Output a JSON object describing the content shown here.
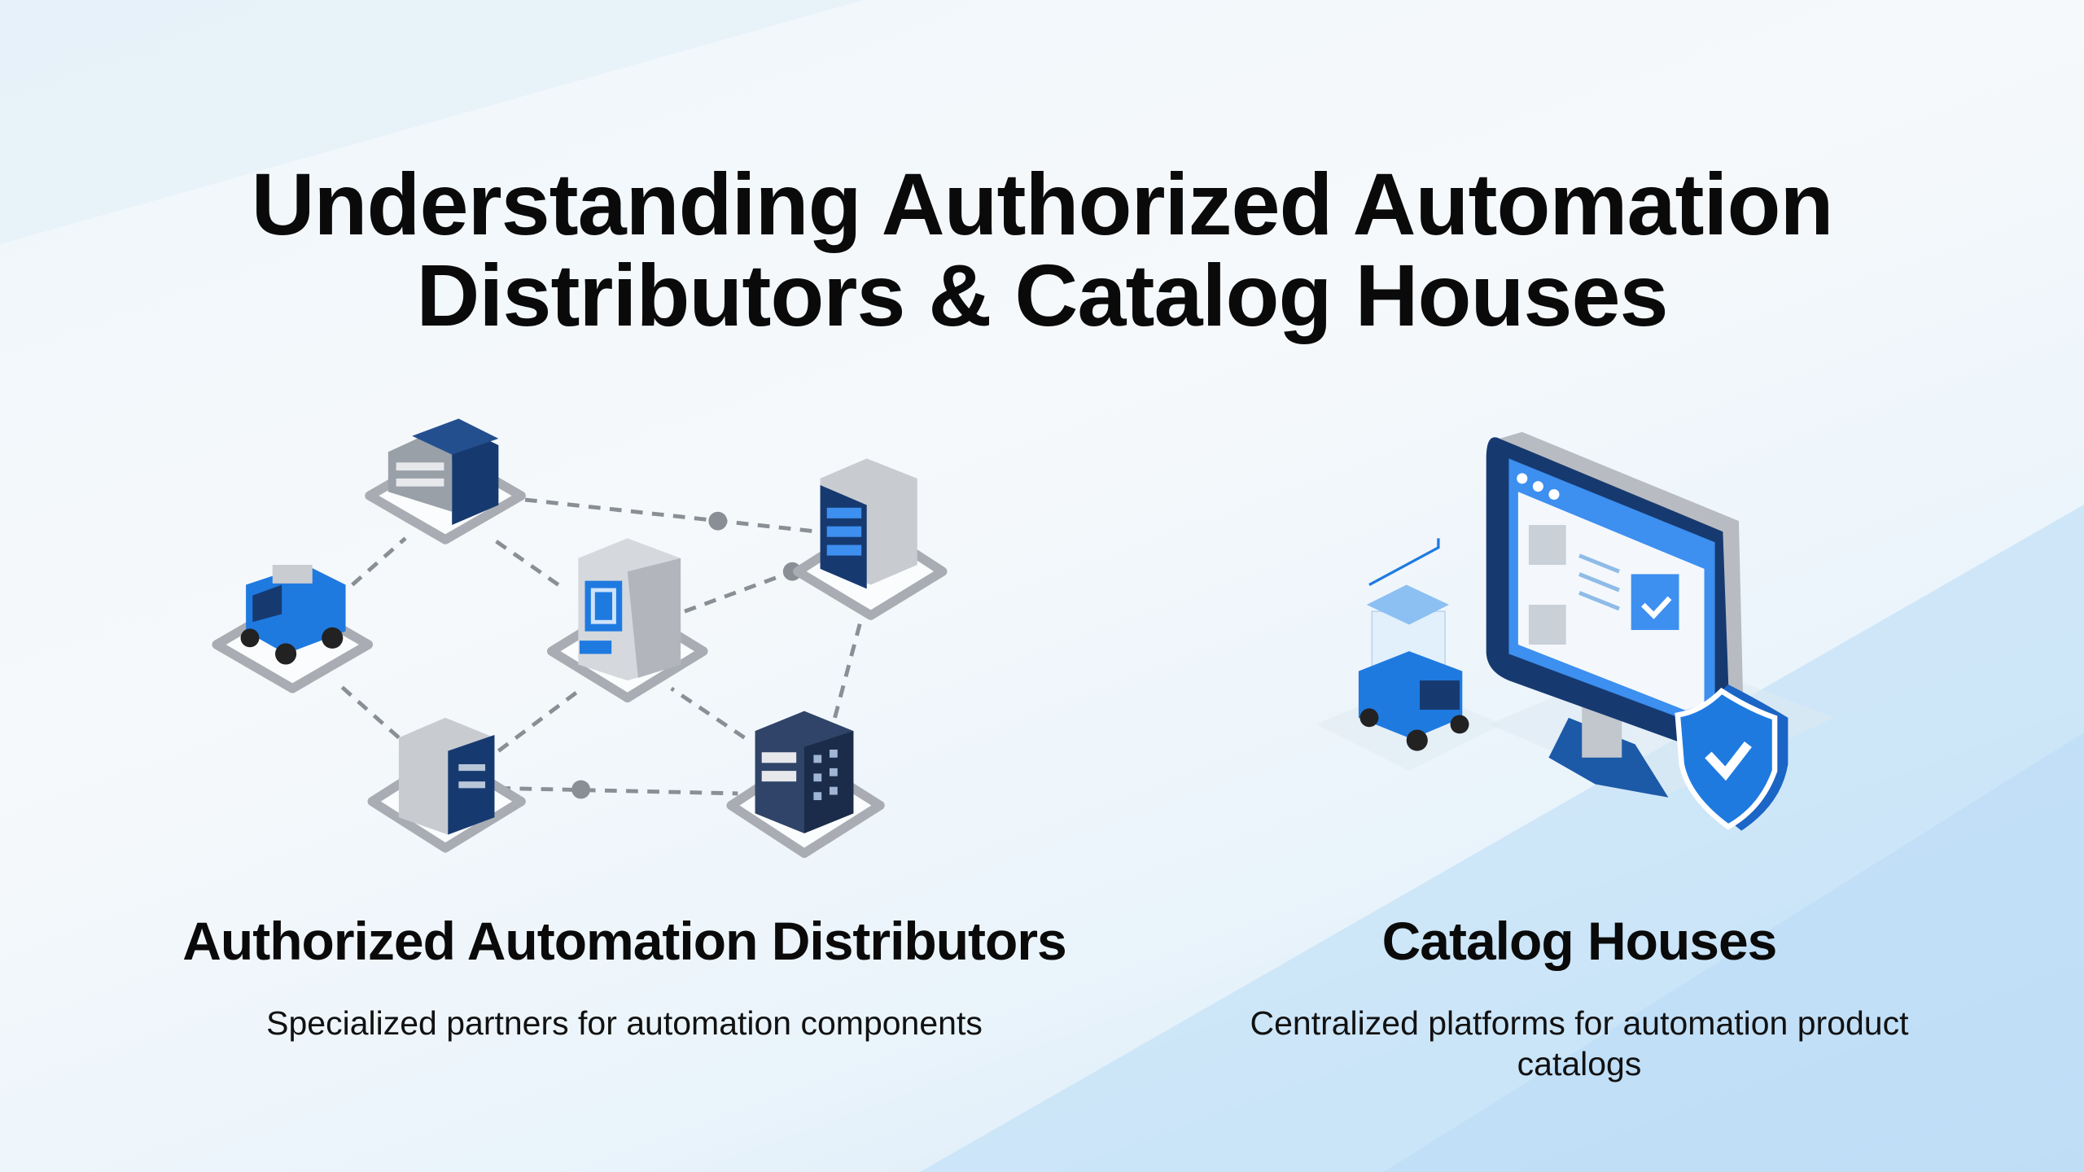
{
  "title": {
    "line1": "Understanding Authorized Automation",
    "line2": "Distributors & Catalog Houses"
  },
  "sections": [
    {
      "heading": "Authorized Automation Distributors",
      "description": "Specialized partners for automation components",
      "illustration": "distributor-network-icon"
    },
    {
      "heading": "Catalog Houses",
      "description_line1": "Centralized platforms for automation product",
      "description_line2": "catalogs",
      "illustration": "catalog-monitor-shield-icon"
    }
  ],
  "colors": {
    "accent": "#1f7ae0",
    "navy": "#163a70",
    "grey": "#b9bdc3",
    "background": "#eef6fb"
  }
}
